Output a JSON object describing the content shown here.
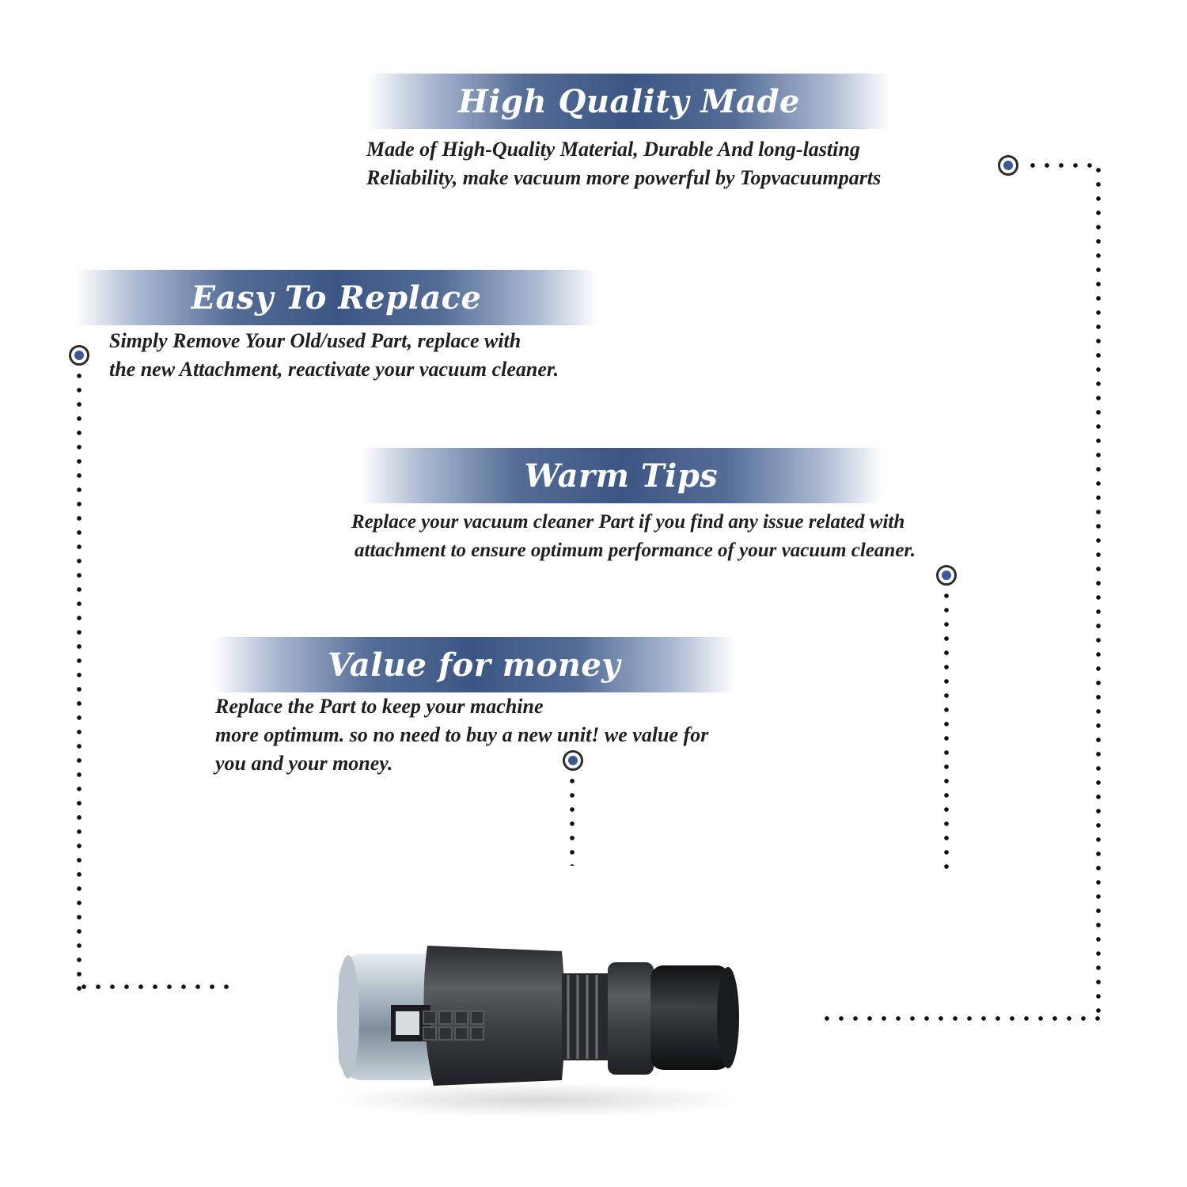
{
  "sections": [
    {
      "title": "High Quality Made",
      "lines": [
        "Made of  High-Quality Material, Durable And long-lasting",
        "Reliability, make vacuum more powerful by Topvacuumparts"
      ]
    },
    {
      "title": "Easy To Replace",
      "lines": [
        "Simply Remove Your Old/used Part, replace with",
        "the new Attachment, reactivate your vacuum cleaner."
      ]
    },
    {
      "title": "Warm Tips",
      "lines": [
        "Replace your vacuum cleaner Part if you find any issue related with",
        "attachment to ensure optimum performance of your vacuum cleaner."
      ]
    },
    {
      "title": "Value for money",
      "lines": [
        "Replace the Part to keep your machine",
        "more optimum. so no need to buy a new unit! we value for",
        "you and your money."
      ]
    }
  ],
  "colors": {
    "banner_dark": "#3c5684",
    "marker_fill": "#3a5a96",
    "text": "#1f1f1f"
  }
}
